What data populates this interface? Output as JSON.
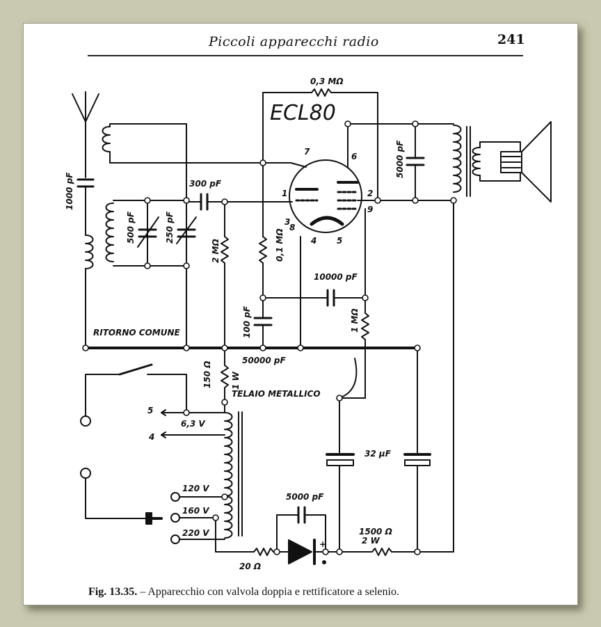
{
  "header": {
    "title": "Piccoli apparecchi radio",
    "page_number": "241"
  },
  "diagram": {
    "tube": "ECL80",
    "pins": [
      "7",
      "6",
      "1",
      "2",
      "3",
      "8",
      "9",
      "4",
      "5"
    ],
    "labels": {
      "r_feedback": "0,3 MΩ",
      "c_antenna": "1000 pF",
      "c_coupling": "300 pF",
      "c_tuning_500": "500 pF",
      "c_tuning_250": "250 pF",
      "r_grid": "2 MΩ",
      "r_01": "0,1 MΩ",
      "c_10000": "10000 pF",
      "r_1m": "1 MΩ",
      "c_100": "100 pF",
      "c_5000_out": "5000 pF",
      "ground": "RITORNO COMUNE",
      "c_50000": "50000 pF",
      "r_150": "150 Ω",
      "r_150_w": "1 W",
      "chassis": "TELAIO METALLICO",
      "heater_5": "5",
      "heater_4": "4",
      "v63": "6,3 V",
      "v120": "120 V",
      "v160": "160 V",
      "v220": "220 V",
      "c_32": "32 μF",
      "c_5000_rect": "5000 pF",
      "r_1500": "1500 Ω",
      "r_1500_w": "2 W",
      "r_20": "20 Ω",
      "plus": "+"
    }
  },
  "caption": {
    "fig": "Fig. 13.35.",
    "text": " – Apparecchio con valvola doppia e rettificatore a selenio."
  }
}
